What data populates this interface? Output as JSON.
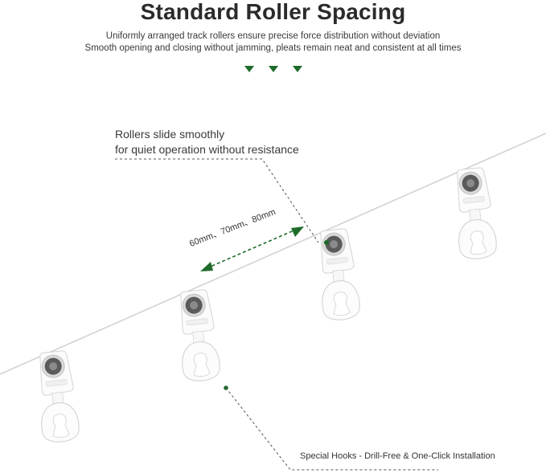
{
  "header": {
    "title": "Standard Roller Spacing",
    "subtitle_line1": "Uniformly arranged track rollers ensure precise force distribution without deviation",
    "subtitle_line2": "Smooth opening and closing without jamming, pleats remain neat and consistent at all times"
  },
  "callouts": {
    "rollers_line1": "Rollers slide smoothly",
    "rollers_line2": "for quiet operation without resistance",
    "spacing": "60mm、70mm、80mm",
    "hooks": "Special Hooks - Drill-Free & One-Click Installation"
  },
  "colors": {
    "accent_green": "#1e6b2a",
    "roller_gray": "#5a5a5a"
  },
  "icons": {
    "down_arrows": [
      "triangle-down-icon",
      "triangle-down-icon",
      "triangle-down-icon"
    ]
  }
}
